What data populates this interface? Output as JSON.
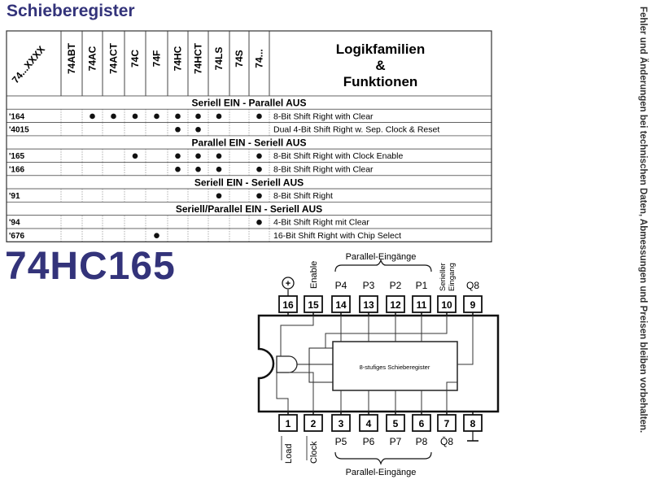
{
  "title": "Schieberegister",
  "side_note": "Fehler und Änderungen bei technischen Daten, Abmessungen und Preisen bleiben vorbehalten.",
  "table": {
    "corner_label": "74...XXXX",
    "families": [
      "74ABT",
      "74AC",
      "74ACT",
      "74C",
      "74F",
      "74HC",
      "74HCT",
      "74LS",
      "74S",
      "74..."
    ],
    "func_header": [
      "Logikfamilien",
      "&",
      "Funktionen"
    ],
    "sections": [
      {
        "title": "Seriell EIN - Parallel AUS",
        "rows": [
          {
            "type": "'164",
            "dots": [
              0,
              1,
              1,
              1,
              1,
              1,
              1,
              1,
              0,
              1
            ],
            "function": "8-Bit Shift Right with Clear"
          },
          {
            "type": "'4015",
            "dots": [
              0,
              0,
              0,
              0,
              0,
              1,
              1,
              0,
              0,
              0
            ],
            "function": "Dual 4-Bit Shift Right w. Sep. Clock & Reset"
          }
        ]
      },
      {
        "title": "Parallel EIN - Seriell AUS",
        "rows": [
          {
            "type": "'165",
            "dots": [
              0,
              0,
              0,
              1,
              0,
              1,
              1,
              1,
              0,
              1
            ],
            "function": "8-Bit Shift Right with Clock Enable"
          },
          {
            "type": "'166",
            "dots": [
              0,
              0,
              0,
              0,
              0,
              1,
              1,
              1,
              0,
              1
            ],
            "function": "8-Bit Shift Right with Clear"
          }
        ]
      },
      {
        "title": "Seriell EIN - Seriell AUS",
        "rows": [
          {
            "type": "'91",
            "dots": [
              0,
              0,
              0,
              0,
              0,
              0,
              0,
              1,
              0,
              1
            ],
            "function": "8-Bit Shift Right"
          }
        ]
      },
      {
        "title": "Seriell/Parallel EIN - Seriell AUS",
        "rows": [
          {
            "type": "'94",
            "dots": [
              0,
              0,
              0,
              0,
              0,
              0,
              0,
              0,
              0,
              1
            ],
            "function": "4-Bit Shift Right mit Clear"
          },
          {
            "type": "'676",
            "dots": [
              0,
              0,
              0,
              0,
              1,
              0,
              0,
              0,
              0,
              0
            ],
            "function": "16-Bit Shift Right with Chip Select"
          }
        ]
      }
    ]
  },
  "chip": {
    "name": "74HC165",
    "top_group_label": "Parallel-Eingänge",
    "bottom_group_label": "Parallel-Eingänge",
    "inner_label": "8-stufiges Schieberegister",
    "top_pins": [
      {
        "num": "16",
        "label": "⊕"
      },
      {
        "num": "15",
        "label": "Enable"
      },
      {
        "num": "14",
        "label": "P4"
      },
      {
        "num": "13",
        "label": "P3"
      },
      {
        "num": "12",
        "label": "P2"
      },
      {
        "num": "11",
        "label": "P1"
      },
      {
        "num": "10",
        "label": "Serieller Eingang"
      },
      {
        "num": "9",
        "label": "Q8"
      }
    ],
    "bottom_pins": [
      {
        "num": "1",
        "label": "Load"
      },
      {
        "num": "2",
        "label": "Clock"
      },
      {
        "num": "3",
        "label": "P5"
      },
      {
        "num": "4",
        "label": "P6"
      },
      {
        "num": "5",
        "label": "P7"
      },
      {
        "num": "6",
        "label": "P8"
      },
      {
        "num": "7",
        "label": "Q̄8"
      },
      {
        "num": "8",
        "label": "⊥"
      }
    ]
  }
}
